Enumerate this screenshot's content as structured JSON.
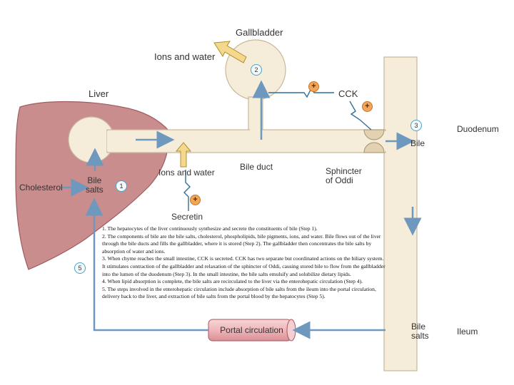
{
  "labels": {
    "gallbladder": "Gallbladder",
    "ions_water_top": "Ions and water",
    "liver": "Liver",
    "cck": "CCK",
    "duodenum": "Duodenum",
    "bile": "Bile",
    "cholesterol": "Cholesterol",
    "bile_salts_left": "Bile\nsalts",
    "ions_water_mid": "Ions and water",
    "bile_duct": "Bile duct",
    "sphincter": "Sphincter\nof Oddi",
    "secretin": "Secretin",
    "portal_circulation": "Portal circulation",
    "bile_salts_right": "Bile\nsalts",
    "ileum": "Ileum"
  },
  "step_markers": [
    "1",
    "2",
    "3",
    "5"
  ],
  "stimulus_symbol": "+",
  "steps_text": [
    "1. The hepatocytes of the liver continuously synthesize and secrete the constituents of bile (Step 1).",
    "2. The components of bile are the bile salts, cholesterol, phospholipids, bile pigments, ions, and water. Bile flows out of the liver through the bile ducts and fills the gallbladder, where it is stored (Step 2). The gallbladder then concentrates the bile salts by absorption of water and ions.",
    "3. When chyme reaches the small intestine, CCK is secreted. CCK has two separate but coordinated actions on the biliary system. It stimulates contraction of the gallbladder and relaxation of the sphincter of Oddi, causing stored bile to flow from the gallbladder into the lumen of the duodenum (Step 3). In the small intestine, the bile salts emulsify and solubilize dietary lipids.",
    "4. When lipid absorption is complete, the bile salts are recirculated to the liver via the enterohepatic circulation (Step 4).",
    "5. The steps involved in the enterohepatic circulation include absorption of bile salts from the ileum into the portal circulation, delivery back to the liver, and extraction of bile salts from the portal blood by the hepatocytes (Step 5)."
  ],
  "colors": {
    "liver": "#c98d8e",
    "duct": "#f5ecd9",
    "duct_outline": "#c9b79a",
    "arrow_blue": "#6e98bd",
    "arrow_yellow": "#f3d88d",
    "plus": "#f2a65a",
    "portal": "#f0c2c5"
  }
}
